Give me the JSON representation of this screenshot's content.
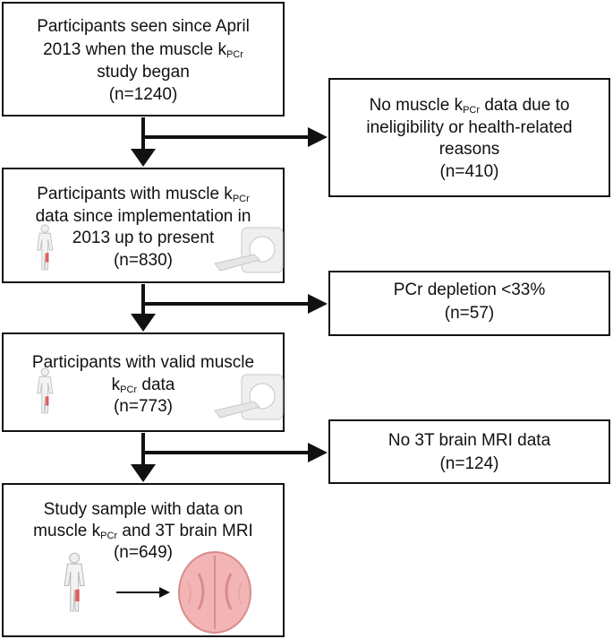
{
  "boxes": {
    "start": {
      "line1": "Participants seen since April",
      "line2_pre": "2013 when the muscle k",
      "sub": "PCr",
      "line3": "study began",
      "count": "(n=1240)"
    },
    "excl1": {
      "line1_pre": "No muscle k",
      "sub": "PCr",
      "line1_post": " data due to",
      "line2": "ineligibility or health-related",
      "line3": "reasons",
      "count": "(n=410)"
    },
    "with_data": {
      "line1_pre": "Participants with muscle k",
      "sub": "PCr",
      "line2": "data since implementation in",
      "line3": "2013 up to present",
      "count": "(n=830)"
    },
    "excl2": {
      "line1": "PCr depletion <33%",
      "count": "(n=57)"
    },
    "valid": {
      "line1": "Participants with valid muscle",
      "line2_pre": "k",
      "sub": "PCr",
      "line2_post": " data",
      "count": "(n=773)"
    },
    "excl3": {
      "line1": "No 3T brain MRI data",
      "count": "(n=124)"
    },
    "sample": {
      "line1": "Study sample with data on",
      "line2_pre": "muscle k",
      "sub": "PCr",
      "line2_post": " and 3T brain MRI",
      "count": "(n=649)"
    }
  },
  "icons": [
    "human-leg-icon",
    "mri-scanner-icon",
    "brain-icon"
  ],
  "colors": {
    "line": "#111111",
    "muscle": "#e05a5a",
    "brain": "#f2b4b4",
    "scanner": "#d9d9d9"
  }
}
